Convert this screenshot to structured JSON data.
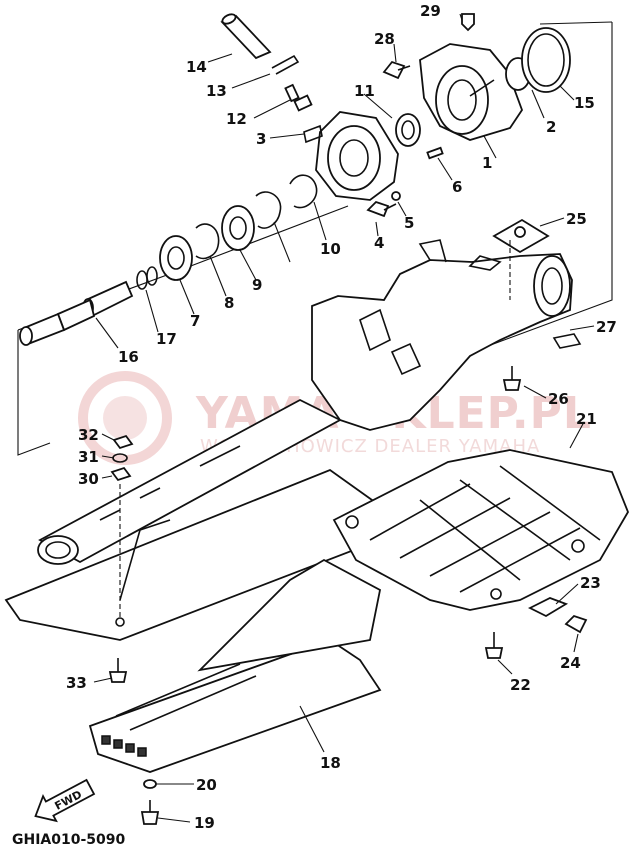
{
  "diagram": {
    "callouts": [
      "1",
      "2",
      "3",
      "4",
      "5",
      "6",
      "8",
      "9",
      "10",
      "11",
      "12",
      "13",
      "14",
      "15",
      "16",
      "17",
      "18",
      "19",
      "20",
      "21",
      "22",
      "23",
      "24",
      "25",
      "26",
      "27",
      "28",
      "29",
      "30",
      "31",
      "32",
      "33",
      "7"
    ],
    "watermark": {
      "main": "YAMA-SKLEP.PL",
      "sub": "WOJCIECHOWICZ DEALER YAMAHA"
    },
    "fwd_label": "FWD",
    "diagram_code": "GHIA010-5090"
  }
}
